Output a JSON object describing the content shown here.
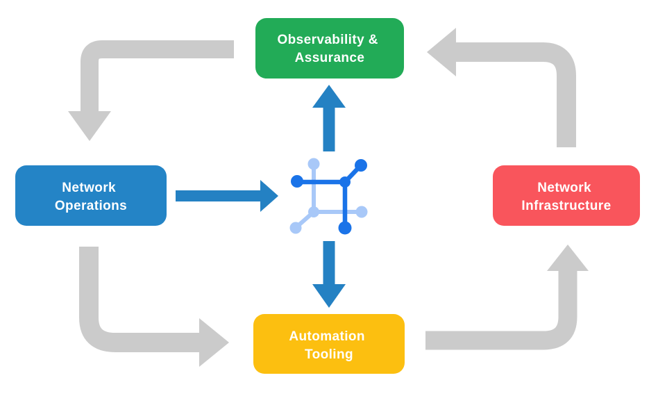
{
  "diagram": {
    "title": "network automation lifecycle",
    "background_color": "#ffffff",
    "nodes": [
      {
        "id": "observability",
        "line1": "Observability &",
        "line2": "Assurance",
        "color": "#22ab57",
        "position": "top-center"
      },
      {
        "id": "operations",
        "line1": "Network",
        "line2": "Operations",
        "color": "#2484c6",
        "position": "middle-left"
      },
      {
        "id": "infrastructure",
        "line1": "Network",
        "line2": "Infrastructure",
        "color": "#f9555c",
        "position": "middle-right"
      },
      {
        "id": "automation",
        "line1": "Automation",
        "line2": "Tooling",
        "color": "#fcbf10",
        "position": "bottom-center"
      }
    ],
    "center_icon": {
      "name": "network-platform-icon",
      "primary_color": "#1a73e8",
      "secondary_color": "#a8c8f8"
    },
    "cycle_arrows": {
      "color": "#cbcbcb",
      "flows": [
        {
          "from": "observability",
          "to": "operations"
        },
        {
          "from": "operations",
          "to": "automation"
        },
        {
          "from": "automation",
          "to": "infrastructure"
        },
        {
          "from": "infrastructure",
          "to": "observability"
        }
      ]
    },
    "link_arrows": {
      "color": "#2481c3",
      "flows": [
        {
          "from": "operations",
          "to": "center-icon"
        },
        {
          "from": "center-icon",
          "to": "observability"
        },
        {
          "from": "center-icon",
          "to": "automation"
        }
      ]
    }
  }
}
